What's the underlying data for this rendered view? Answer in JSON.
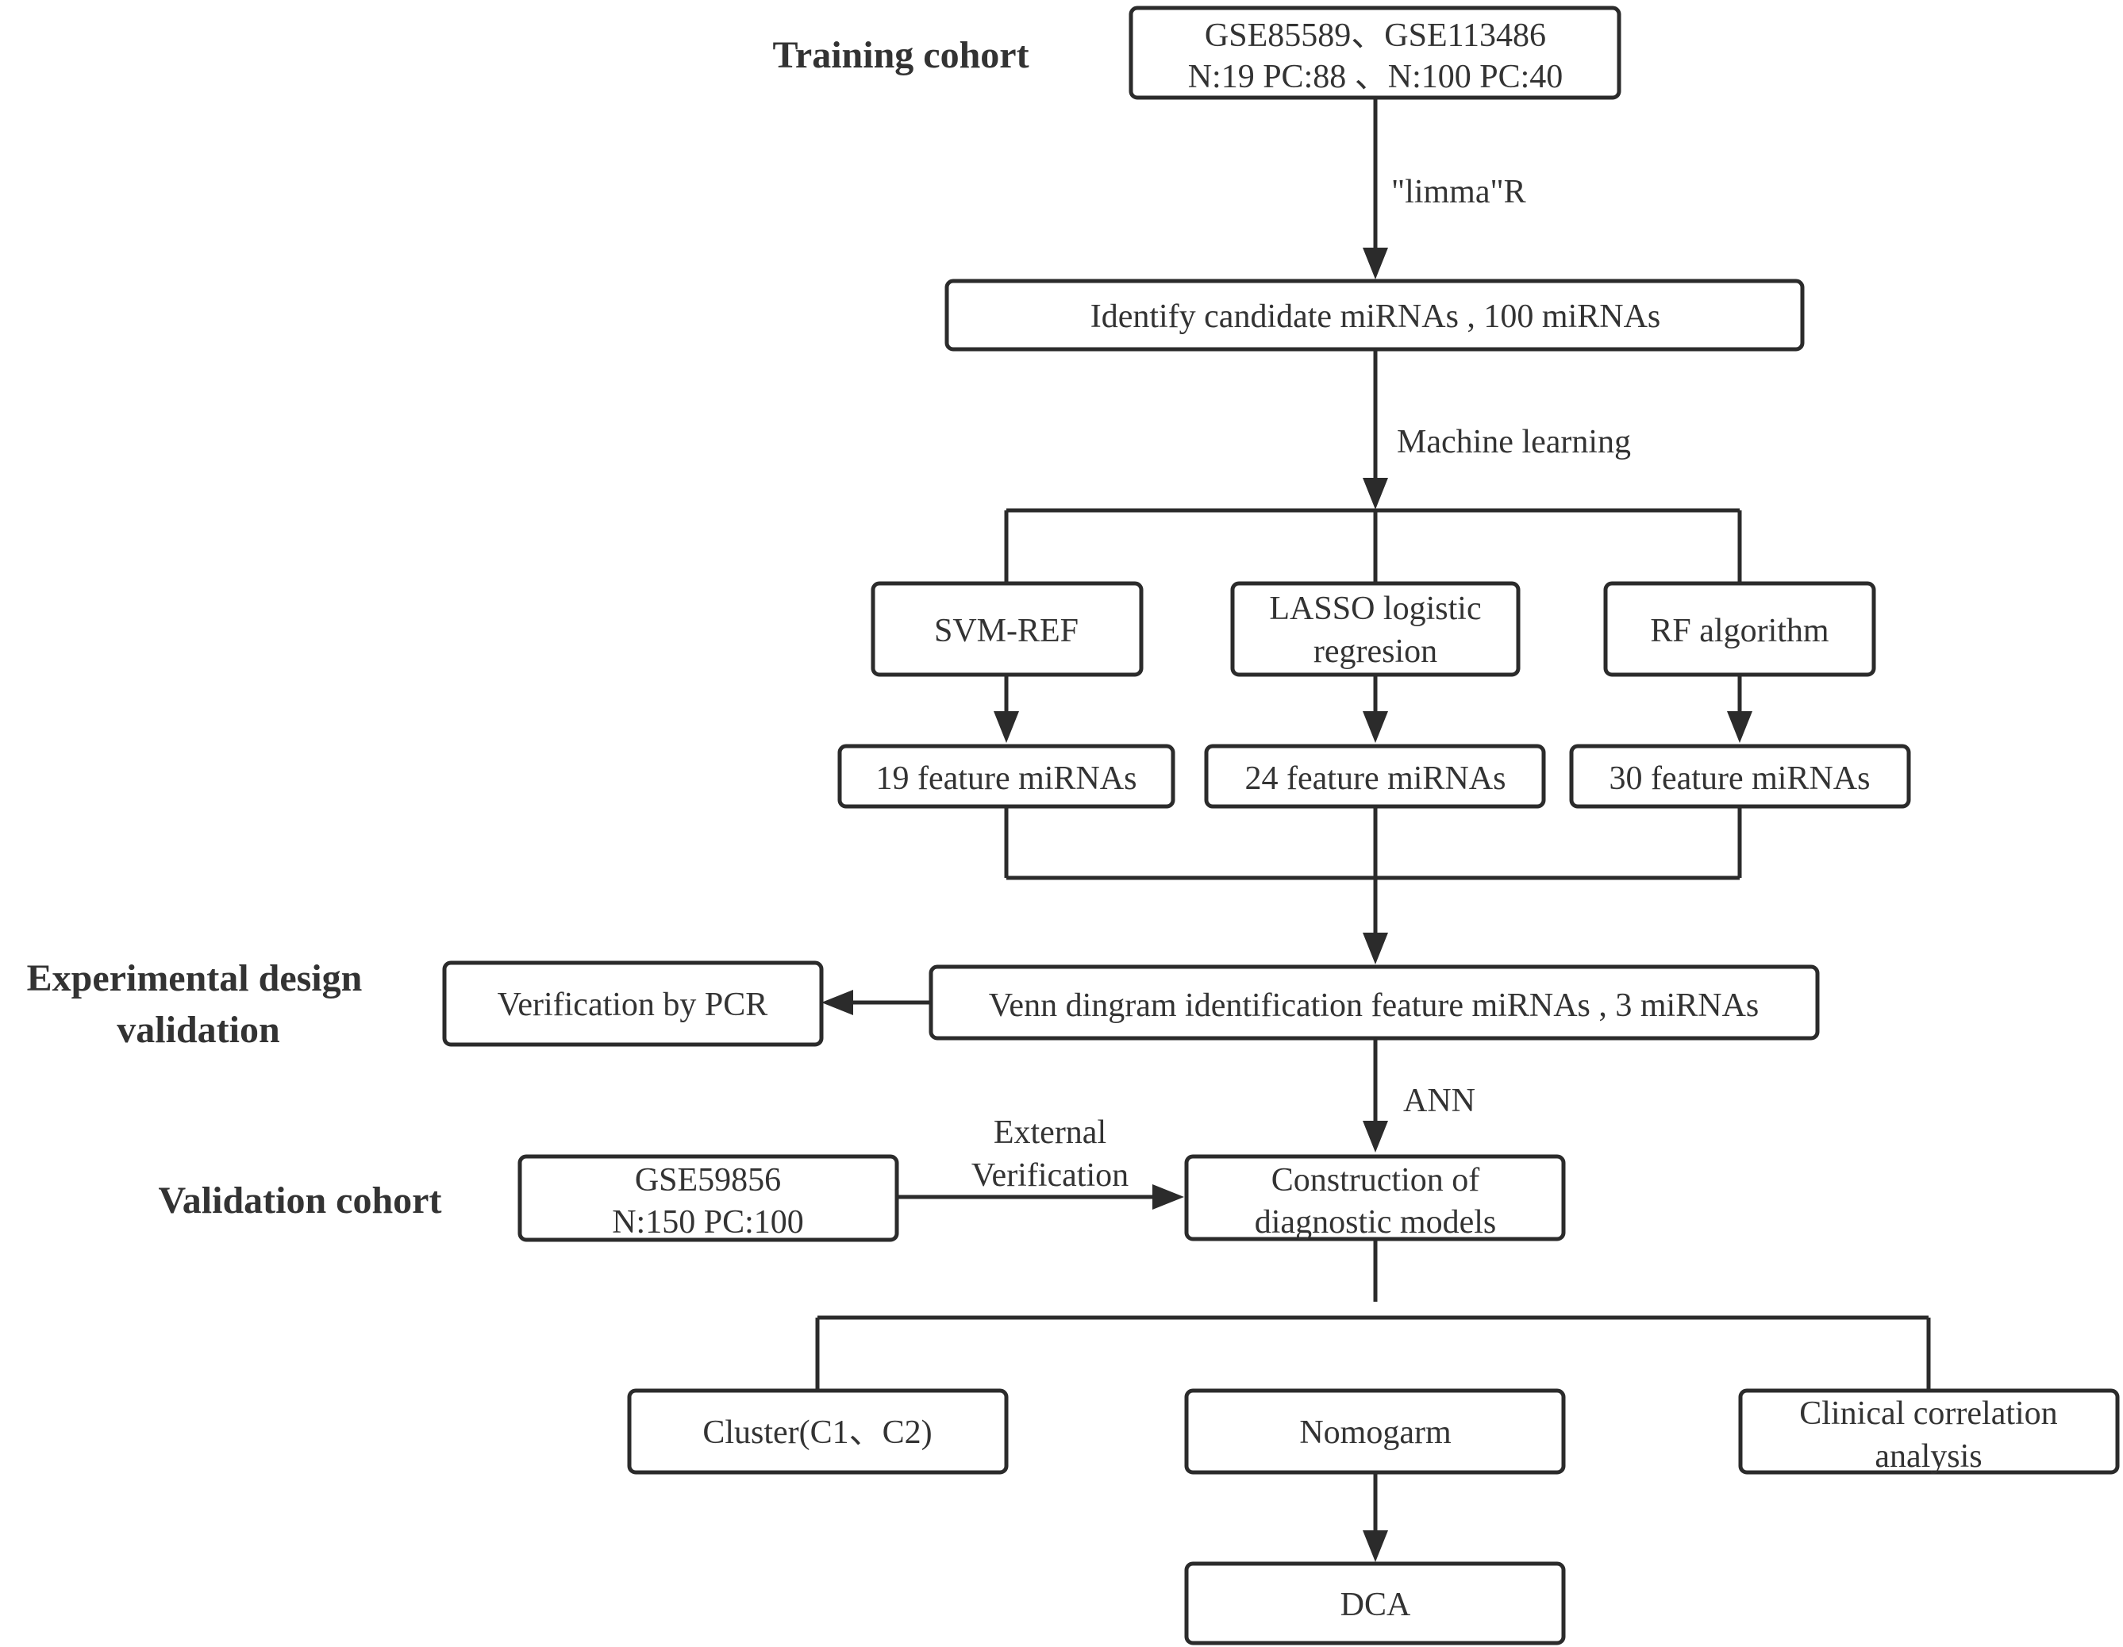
{
  "sections": {
    "training": "Training cohort",
    "experimental_1": "Experimental design",
    "experimental_2": "validation",
    "validation": "Validation cohort"
  },
  "nodes": {
    "datasets": {
      "line1": "GSE85589、GSE113486",
      "line2": "N:19  PC:88 、N:100  PC:40"
    },
    "candidates": "Identify candidate miRNAs , 100 miRNAs",
    "svm": "SVM-REF",
    "lasso": {
      "line1": "LASSO logistic",
      "line2": "regresion"
    },
    "rf": "RF algorithm",
    "feat19": "19 feature miRNAs",
    "feat24": "24 feature miRNAs",
    "feat30": "30 feature miRNAs",
    "venn": "Venn dingram identification feature miRNAs , 3 miRNAs",
    "pcr": "Verification by PCR",
    "validation_set": {
      "line1": "GSE59856",
      "line2": "N:150  PC:100"
    },
    "models": {
      "line1": "Construction of",
      "line2": "diagnostic models"
    },
    "cluster": "Cluster(C1、C2)",
    "nomogram": "Nomogarm",
    "clinical": {
      "line1": "Clinical correlation",
      "line2": "analysis"
    },
    "dca": "DCA"
  },
  "edges": {
    "limma": "\"limma\"R",
    "ml": "Machine learning",
    "ann": "ANN",
    "external_1": "External",
    "external_2": "Verification"
  },
  "colors": {
    "stroke": "#2b2b2b",
    "text": "#333333",
    "background": "#ffffff"
  }
}
